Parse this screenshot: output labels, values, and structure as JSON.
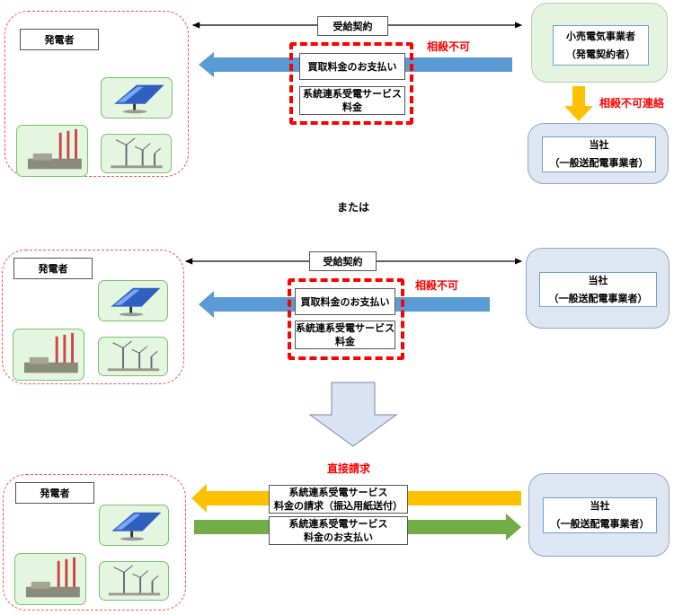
{
  "colors": {
    "blue_arrow": "#5b9bd5",
    "yellow_arrow": "#ffc000",
    "green_arrow": "#70ad47",
    "red_text": "#ff0000",
    "retailer_fill": "#e4f4de",
    "utility_fill": "#dee6f2",
    "icon_tile_fill": "#e5f6e0"
  },
  "section1": {
    "generator_label": "発電者",
    "contract_label": "受給契約",
    "offset_not_allowed": "相殺不可",
    "purchase_payment": "買取料金のお支払い",
    "grid_service_fee_line1": "系統連系受電サービス",
    "grid_service_fee_line2": "料金",
    "retailer_line1": "小売電気事業者",
    "retailer_line2": "（発電契約者）",
    "offset_notice": "相殺不可連絡",
    "utility_line1": "当社",
    "utility_line2": "（一般送配電事業者）"
  },
  "or_label": "または",
  "section2": {
    "generator_label": "発電者",
    "contract_label": "受給契約",
    "offset_not_allowed": "相殺不可",
    "purchase_payment": "買取料金のお支払い",
    "grid_service_fee_line1": "系統連系受電サービス",
    "grid_service_fee_line2": "料金",
    "utility_line1": "当社",
    "utility_line2": "（一般送配電事業者）"
  },
  "section3": {
    "direct_billing": "直接請求",
    "generator_label": "発電者",
    "billing_line1": "系統連系受電サービス",
    "billing_line2": "料金の請求（振込用紙送付）",
    "payment_line1": "系統連系受電サービス",
    "payment_line2": "料金のお支払い",
    "utility_line1": "当社",
    "utility_line2": "（一般送配電事業者）"
  },
  "icons": {
    "solar": "solar-panel-icon",
    "factory": "thermal-power-plant-icon",
    "wind": "wind-turbine-icon",
    "transition": "down-arrow-icon"
  }
}
